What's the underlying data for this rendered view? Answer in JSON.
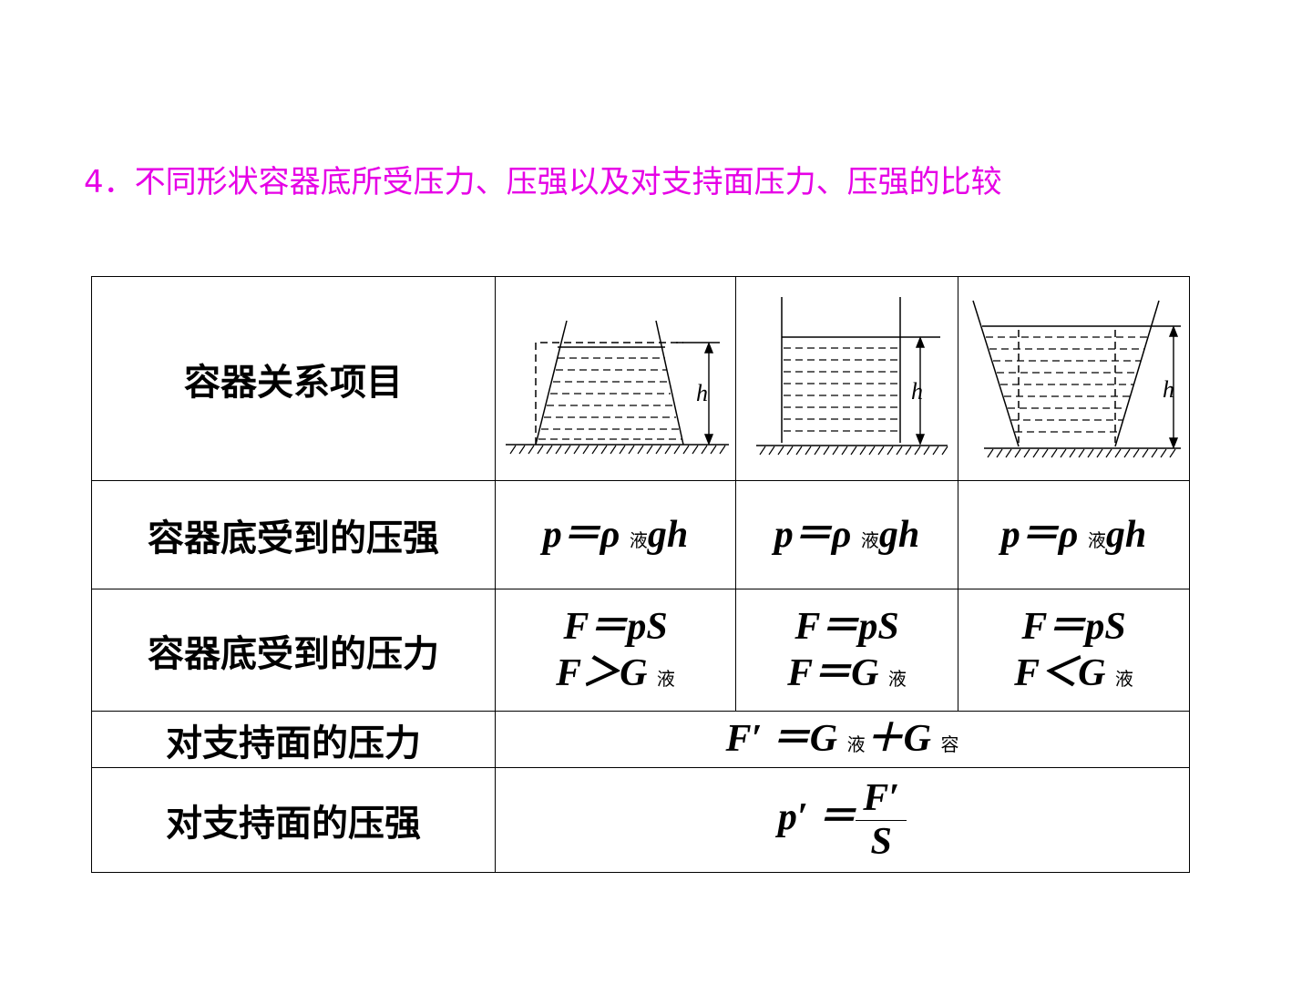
{
  "title": "4．不同形状容器底所受压力、压强以及对支持面压力、压强的比较",
  "rows": {
    "header_label": "容器关系项目",
    "pressure_label": "容器底受到的压强",
    "force_label": "容器底受到的压力",
    "support_force_label": "对支持面的压力",
    "support_pressure_label": "对支持面的压强"
  },
  "diagram_h_label": "h",
  "containers": [
    {
      "pressure": {
        "main": "p＝ρ",
        "sub": "液",
        "tail": "gh"
      },
      "force1": "F＝pS",
      "force2": {
        "main": "F＞G",
        "sub": "液"
      }
    },
    {
      "pressure": {
        "main": "p＝ρ",
        "sub": "液",
        "tail": "gh"
      },
      "force1": "F＝pS",
      "force2": {
        "main": "F＝G",
        "sub": "液"
      }
    },
    {
      "pressure": {
        "main": "p＝ρ",
        "sub": "液",
        "tail": "gh"
      },
      "force1": "F＝pS",
      "force2": {
        "main": "F＜G",
        "sub": "液"
      }
    }
  ],
  "support_force": {
    "a": "F′ ＝G",
    "a_sub": "液",
    "b": "＋G",
    "b_sub": "容"
  },
  "support_pressure": {
    "lhs": "p′ ＝",
    "num": "F′",
    "den": "S"
  }
}
